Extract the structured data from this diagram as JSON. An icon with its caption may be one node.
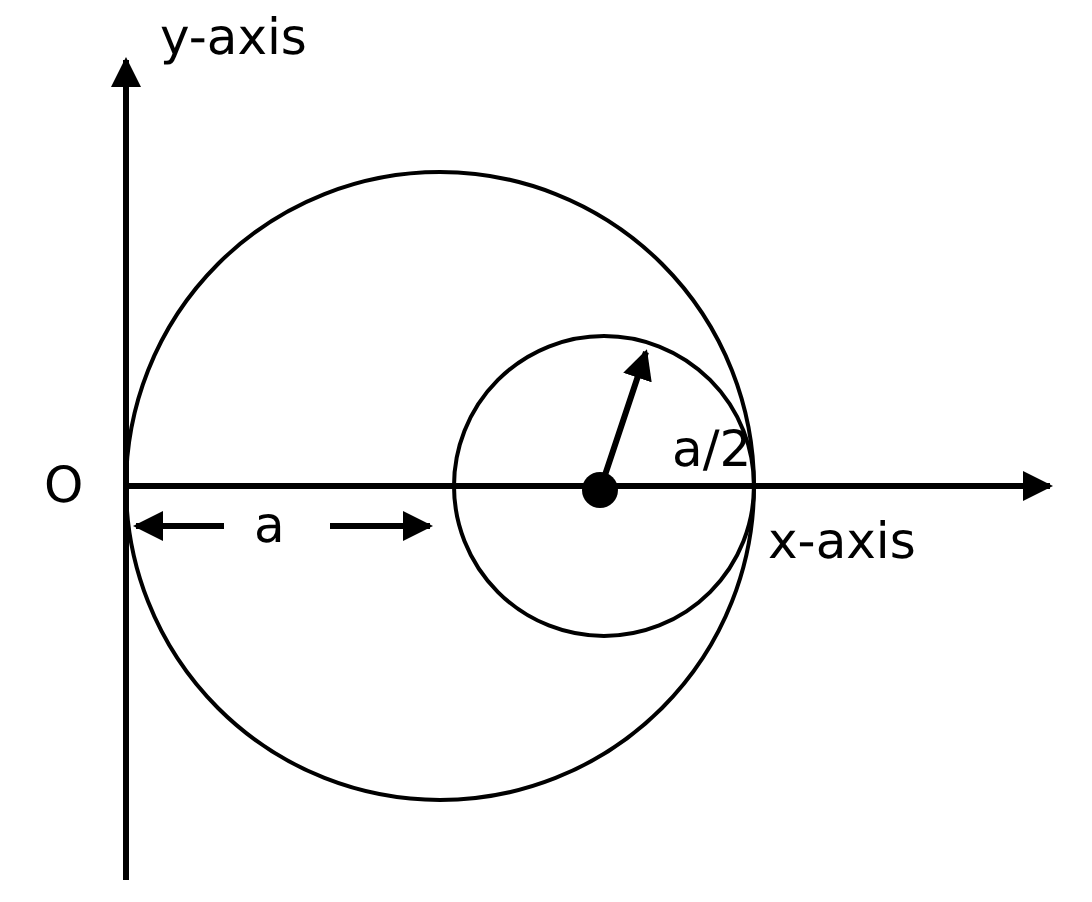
{
  "diagram": {
    "labels": [
      "y-axis",
      "O",
      "a/2",
      "a",
      "x-axis"
    ]
  }
}
